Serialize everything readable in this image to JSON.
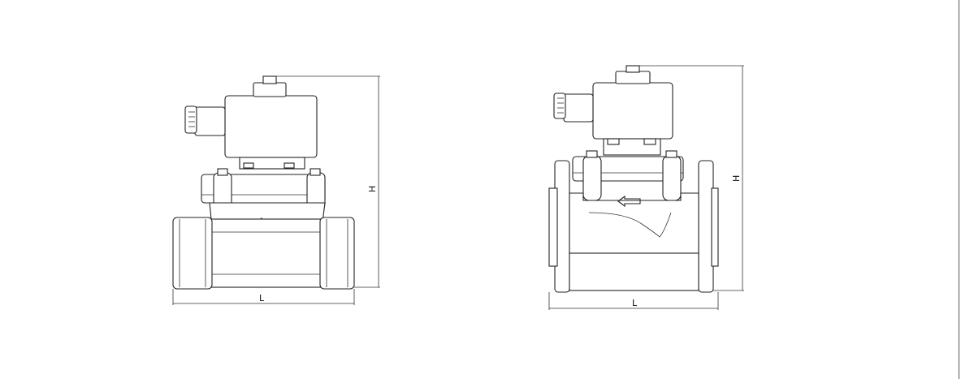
{
  "drawings": [
    {
      "type": "threaded",
      "width_label": "L",
      "height_label": "H"
    },
    {
      "type": "flanged",
      "width_label": "L",
      "height_label": "H"
    }
  ],
  "colors": {
    "line": "#222222",
    "background": "#ffffff"
  }
}
